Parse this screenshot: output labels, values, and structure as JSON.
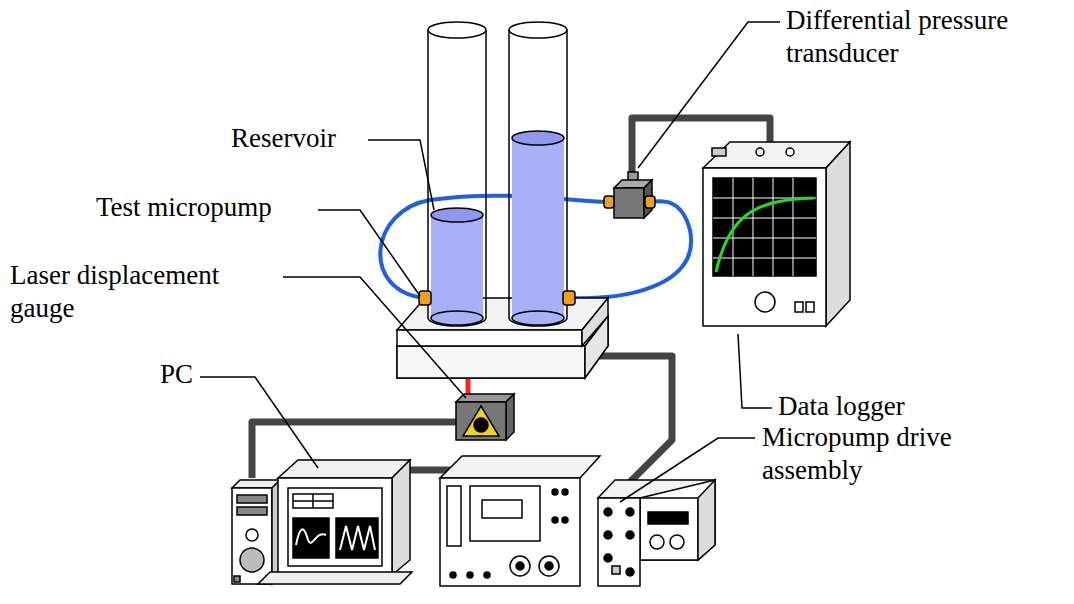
{
  "diagram": {
    "labels": [
      "Differential pressure transducer",
      "Reservoir",
      "Test micropump",
      "Laser displacement gauge",
      "PC",
      "Data logger",
      "Micropump drive assembly"
    ]
  }
}
